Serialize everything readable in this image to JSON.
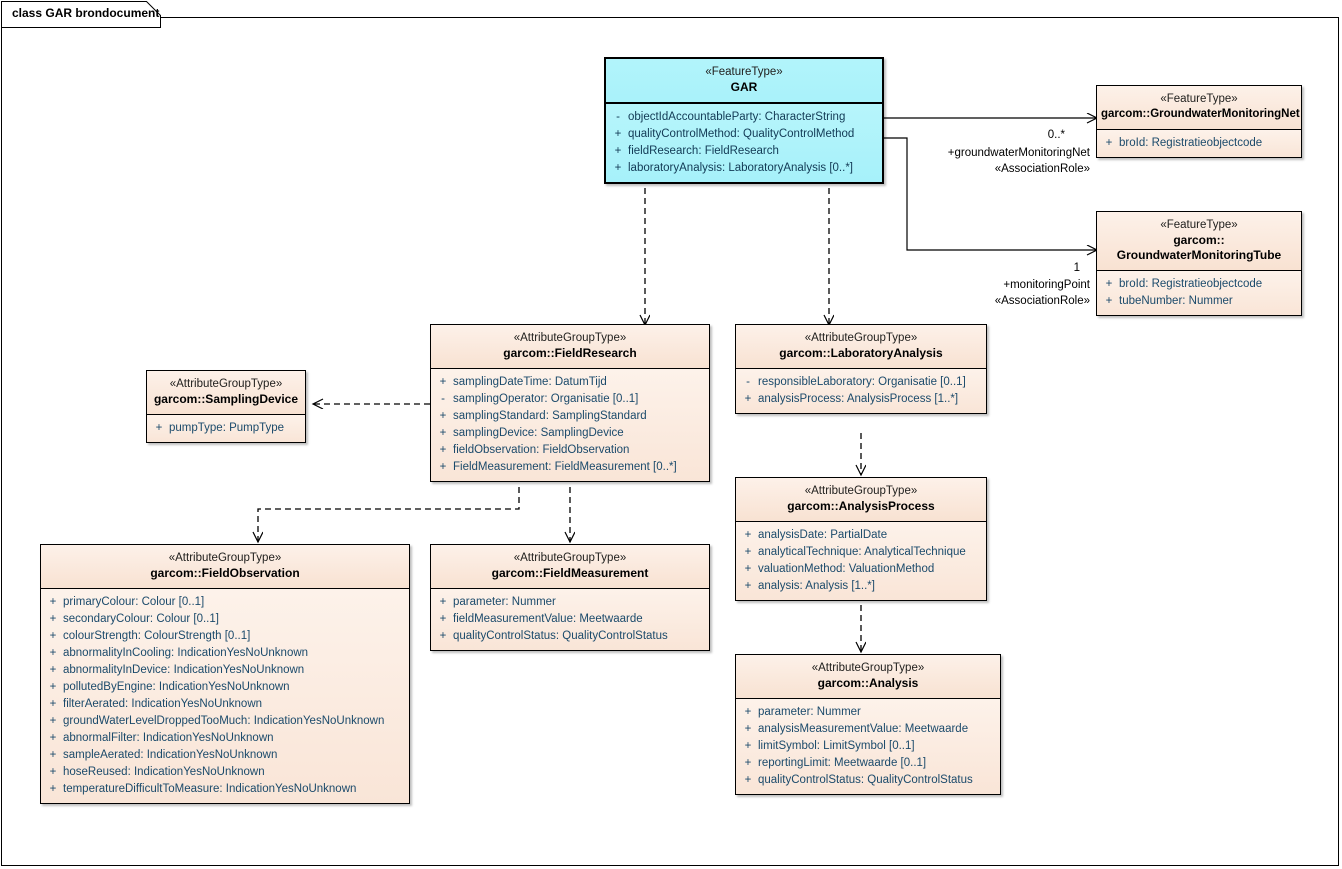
{
  "diagram": {
    "tab_title": "class GAR brondocument",
    "type": "uml-class-diagram",
    "colors": {
      "featuretype_gar_fill": "#bdf6fb",
      "attributegroup_fill": "#fbe9dd",
      "border": "#000000",
      "attribute_text": "#1b4a6b"
    }
  },
  "classes": {
    "gar": {
      "stereotype": "«FeatureType»",
      "name": "GAR",
      "attributes": [
        {
          "visibility": "-",
          "signature": "objectIdAccountableParty: CharacterString"
        },
        {
          "visibility": "+",
          "signature": "qualityControlMethod: QualityControlMethod"
        },
        {
          "visibility": "+",
          "signature": "fieldResearch: FieldResearch"
        },
        {
          "visibility": "+",
          "signature": "laboratoryAnalysis: LaboratoryAnalysis [0..*]"
        }
      ]
    },
    "gwmnet": {
      "stereotype": "«FeatureType»",
      "name": "garcom::GroundwaterMonitoringNet",
      "attributes": [
        {
          "visibility": "+",
          "signature": "broId: Registratieobjectcode"
        }
      ]
    },
    "gwmtube": {
      "stereotype": "«FeatureType»",
      "name_line1": "garcom::",
      "name_line2": "GroundwaterMonitoringTube",
      "attributes": [
        {
          "visibility": "+",
          "signature": "broId: Registratieobjectcode"
        },
        {
          "visibility": "+",
          "signature": "tubeNumber: Nummer"
        }
      ]
    },
    "fieldresearch": {
      "stereotype": "«AttributeGroupType»",
      "name": "garcom::FieldResearch",
      "attributes": [
        {
          "visibility": "+",
          "signature": "samplingDateTime: DatumTijd"
        },
        {
          "visibility": "-",
          "signature": "samplingOperator: Organisatie [0..1]"
        },
        {
          "visibility": "+",
          "signature": "samplingStandard: SamplingStandard"
        },
        {
          "visibility": "+",
          "signature": "samplingDevice: SamplingDevice"
        },
        {
          "visibility": "+",
          "signature": "fieldObservation: FieldObservation"
        },
        {
          "visibility": "+",
          "signature": "FieldMeasurement: FieldMeasurement [0..*]"
        }
      ]
    },
    "laboratoryanalysis": {
      "stereotype": "«AttributeGroupType»",
      "name": "garcom::LaboratoryAnalysis",
      "attributes": [
        {
          "visibility": "-",
          "signature": "responsibleLaboratory: Organisatie [0..1]"
        },
        {
          "visibility": "+",
          "signature": "analysisProcess: AnalysisProcess [1..*]"
        }
      ]
    },
    "analysisprocess": {
      "stereotype": "«AttributeGroupType»",
      "name": "garcom::AnalysisProcess",
      "attributes": [
        {
          "visibility": "+",
          "signature": "analysisDate: PartialDate"
        },
        {
          "visibility": "+",
          "signature": "analyticalTechnique: AnalyticalTechnique"
        },
        {
          "visibility": "+",
          "signature": "valuationMethod: ValuationMethod"
        },
        {
          "visibility": "+",
          "signature": "analysis: Analysis [1..*]"
        }
      ]
    },
    "analysis": {
      "stereotype": "«AttributeGroupType»",
      "name": "garcom::Analysis",
      "attributes": [
        {
          "visibility": "+",
          "signature": "parameter: Nummer"
        },
        {
          "visibility": "+",
          "signature": "analysisMeasurementValue: Meetwaarde"
        },
        {
          "visibility": "+",
          "signature": "limitSymbol: LimitSymbol [0..1]"
        },
        {
          "visibility": "+",
          "signature": "reportingLimit: Meetwaarde [0..1]"
        },
        {
          "visibility": "+",
          "signature": "qualityControlStatus: QualityControlStatus"
        }
      ]
    },
    "samplingdevice": {
      "stereotype": "«AttributeGroupType»",
      "name": "garcom::SamplingDevice",
      "attributes": [
        {
          "visibility": "+",
          "signature": "pumpType: PumpType"
        }
      ]
    },
    "fieldobservation": {
      "stereotype": "«AttributeGroupType»",
      "name": "garcom::FieldObservation",
      "attributes": [
        {
          "visibility": "+",
          "signature": "primaryColour: Colour [0..1]"
        },
        {
          "visibility": "+",
          "signature": "secondaryColour: Colour [0..1]"
        },
        {
          "visibility": "+",
          "signature": "colourStrength: ColourStrength [0..1]"
        },
        {
          "visibility": "+",
          "signature": "abnormalityInCooling: IndicationYesNoUnknown"
        },
        {
          "visibility": "+",
          "signature": "abnormalityInDevice: IndicationYesNoUnknown"
        },
        {
          "visibility": "+",
          "signature": "pollutedByEngine: IndicationYesNoUnknown"
        },
        {
          "visibility": "+",
          "signature": "filterAerated: IndicationYesNoUnknown"
        },
        {
          "visibility": "+",
          "signature": "groundWaterLevelDroppedTooMuch: IndicationYesNoUnknown"
        },
        {
          "visibility": "+",
          "signature": "abnormalFilter: IndicationYesNoUnknown"
        },
        {
          "visibility": "+",
          "signature": "sampleAerated: IndicationYesNoUnknown"
        },
        {
          "visibility": "+",
          "signature": "hoseReused: IndicationYesNoUnknown"
        },
        {
          "visibility": "+",
          "signature": "temperatureDifficultToMeasure: IndicationYesNoUnknown"
        }
      ]
    },
    "fieldmeasurement": {
      "stereotype": "«AttributeGroupType»",
      "name": "garcom::FieldMeasurement",
      "attributes": [
        {
          "visibility": "+",
          "signature": "parameter: Nummer"
        },
        {
          "visibility": "+",
          "signature": "fieldMeasurementValue: Meetwaarde"
        },
        {
          "visibility": "+",
          "signature": "qualityControlStatus: QualityControlStatus"
        }
      ]
    }
  },
  "connectors": {
    "gar_to_gwmnet": {
      "kind": "association",
      "multiplicity": "0..*",
      "role": "+groundwaterMonitoringNet",
      "stereotype": "«AssociationRole»"
    },
    "gar_to_gwmtube": {
      "kind": "association",
      "multiplicity": "1",
      "role": "+monitoringPoint",
      "stereotype": "«AssociationRole»"
    },
    "gar_to_fieldresearch": {
      "kind": "dependency"
    },
    "gar_to_laboratoryanalysis": {
      "kind": "dependency"
    },
    "fieldresearch_to_samplingdevice": {
      "kind": "dependency"
    },
    "fieldresearch_to_fieldobservation": {
      "kind": "dependency"
    },
    "fieldresearch_to_fieldmeasurement": {
      "kind": "dependency"
    },
    "laboratoryanalysis_to_analysisprocess": {
      "kind": "dependency"
    },
    "analysisprocess_to_analysis": {
      "kind": "dependency"
    }
  }
}
